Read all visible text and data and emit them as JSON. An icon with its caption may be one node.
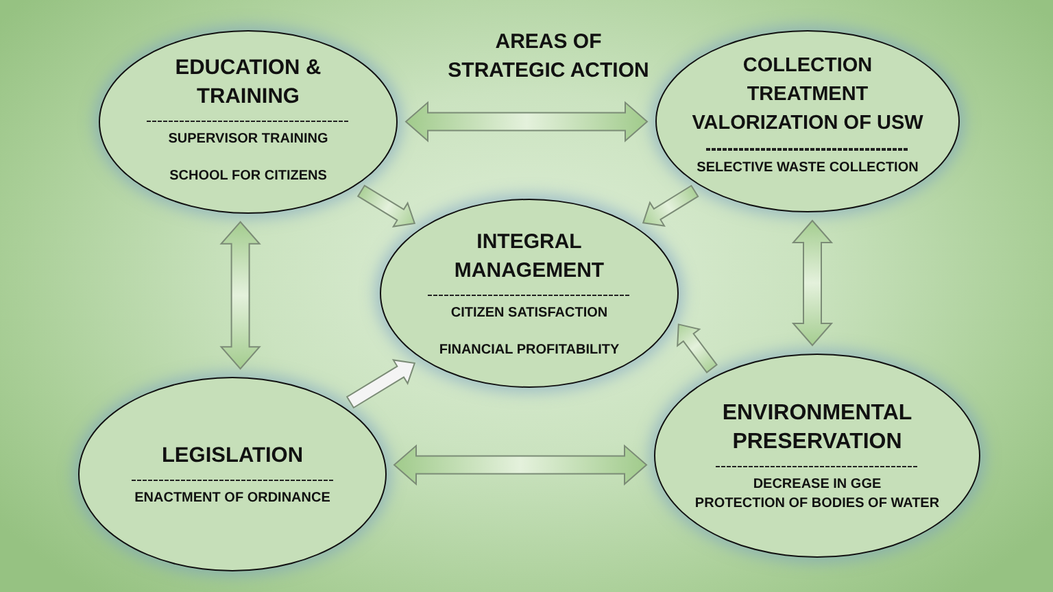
{
  "diagram": {
    "title": "AREAS OF STRATEGIC ACTION",
    "nodes": [
      {
        "text": [
          "EDUCATION & TRAINING",
          "SUPERVISOR TRAINING",
          "SCHOOL FOR CITIZENS"
        ]
      },
      {
        "text": [
          "COLLECTION TREATMENT VALORIZATION OF USW",
          "SELECTIVE WASTE COLLECTION"
        ]
      },
      {
        "text": [
          "INTEGRAL MANAGEMENT",
          "CITIZEN SATISFACTION",
          "FINANCIAL PROFITABILITY"
        ]
      },
      {
        "text": [
          "LEGISLATION",
          "ENACTMENT OF ORDINANCE"
        ]
      },
      {
        "text": [
          "ENVIRONMENTAL PRESERVATION",
          "DECREASE IN GGE",
          "PROTECTION OF BODIES OF WATER"
        ]
      }
    ],
    "edges": [
      {
        "from": 0,
        "to": 1,
        "arrow": "both"
      },
      {
        "from": 0,
        "to": 2,
        "arrow": "to"
      },
      {
        "from": 1,
        "to": 2,
        "arrow": "to"
      },
      {
        "from": 0,
        "to": 3,
        "arrow": "both"
      },
      {
        "from": 1,
        "to": 4,
        "arrow": "both"
      },
      {
        "from": 3,
        "to": 2,
        "arrow": "to",
        "color": "#f4f4f4"
      },
      {
        "from": 4,
        "to": 2,
        "arrow": "to"
      },
      {
        "from": 3,
        "to": 4,
        "arrow": "both"
      }
    ]
  }
}
